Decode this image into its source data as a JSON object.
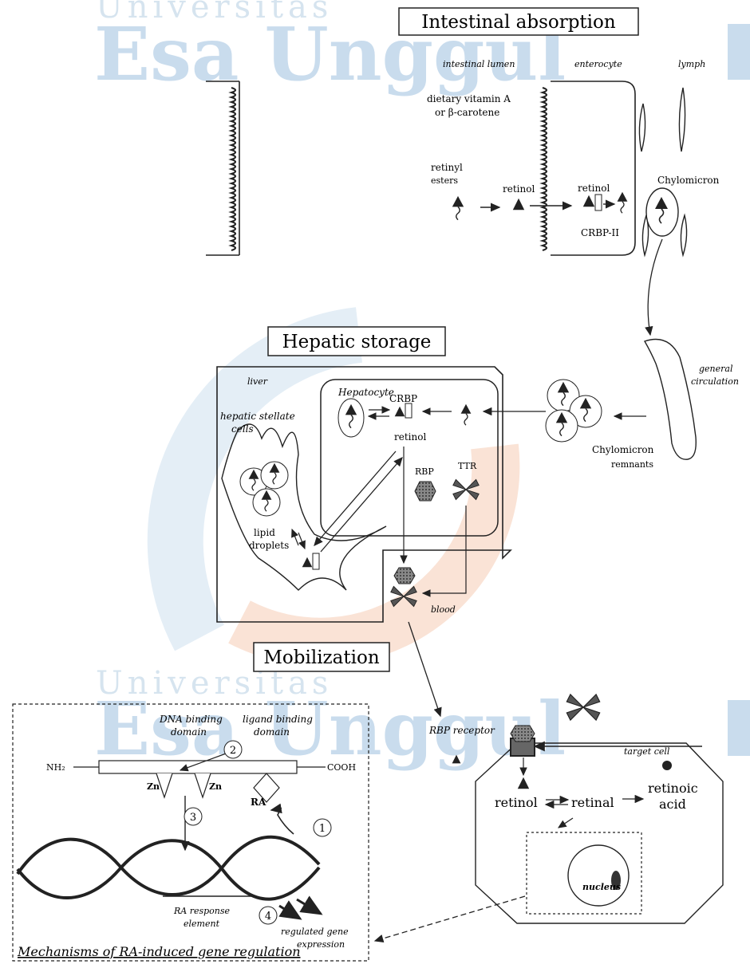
{
  "watermark": {
    "subtitle": "Universitas",
    "title": "Esa Unggul",
    "color": "#c7dcec"
  },
  "sections": {
    "absorption": "Intestinal absorption",
    "storage": "Hepatic storage",
    "mobilization": "Mobilization",
    "mechanisms": "Mechanisms of RA-induced gene regulation"
  },
  "absorption": {
    "lumen": "intestinal lumen",
    "enterocyte": "enterocyte",
    "lymph": "lymph",
    "dietary_1": "dietary vitamin A",
    "dietary_2": "or β-carotene",
    "retinyl_1": "retinyl",
    "retinyl_2": "esters",
    "retinol_lumen": "retinol",
    "retinol_cell": "retinol",
    "crbp2": "CRBP-II",
    "chylomicron": "Chylomicron"
  },
  "storage": {
    "liver": "liver",
    "hepatocyte": "Hepatocyte",
    "crbp": "CRBP",
    "retinol": "retinol",
    "stellate_1": "hepatic stellate",
    "stellate_2": "cells",
    "rbp": "RBP",
    "ttr": "TTR",
    "lipid_1": "lipid",
    "lipid_2": "droplets",
    "remnants_1": "Chylomicron",
    "remnants_2": "remnants",
    "circulation_1": "general",
    "circulation_2": "circulation",
    "blood": "blood"
  },
  "target": {
    "receptor": "RBP receptor",
    "cell": "target cell",
    "retinol": "retinol",
    "retinal": "retinal",
    "acid_1": "retinoic",
    "acid_2": "acid",
    "nucleus": "nucleus"
  },
  "mechanism": {
    "dna_1": "DNA binding",
    "dna_2": "domain",
    "ligand_1": "ligand binding",
    "ligand_2": "domain",
    "nh2": "NH₂",
    "cooh": "COOH",
    "zn1": "Zn",
    "zn2": "Zn",
    "ra": "RA",
    "step1": "1",
    "step2": "2",
    "step3": "3",
    "step4": "4",
    "rre_1": "RA response",
    "rre_2": "element",
    "reg_1": "regulated gene",
    "reg_2": "expression"
  }
}
